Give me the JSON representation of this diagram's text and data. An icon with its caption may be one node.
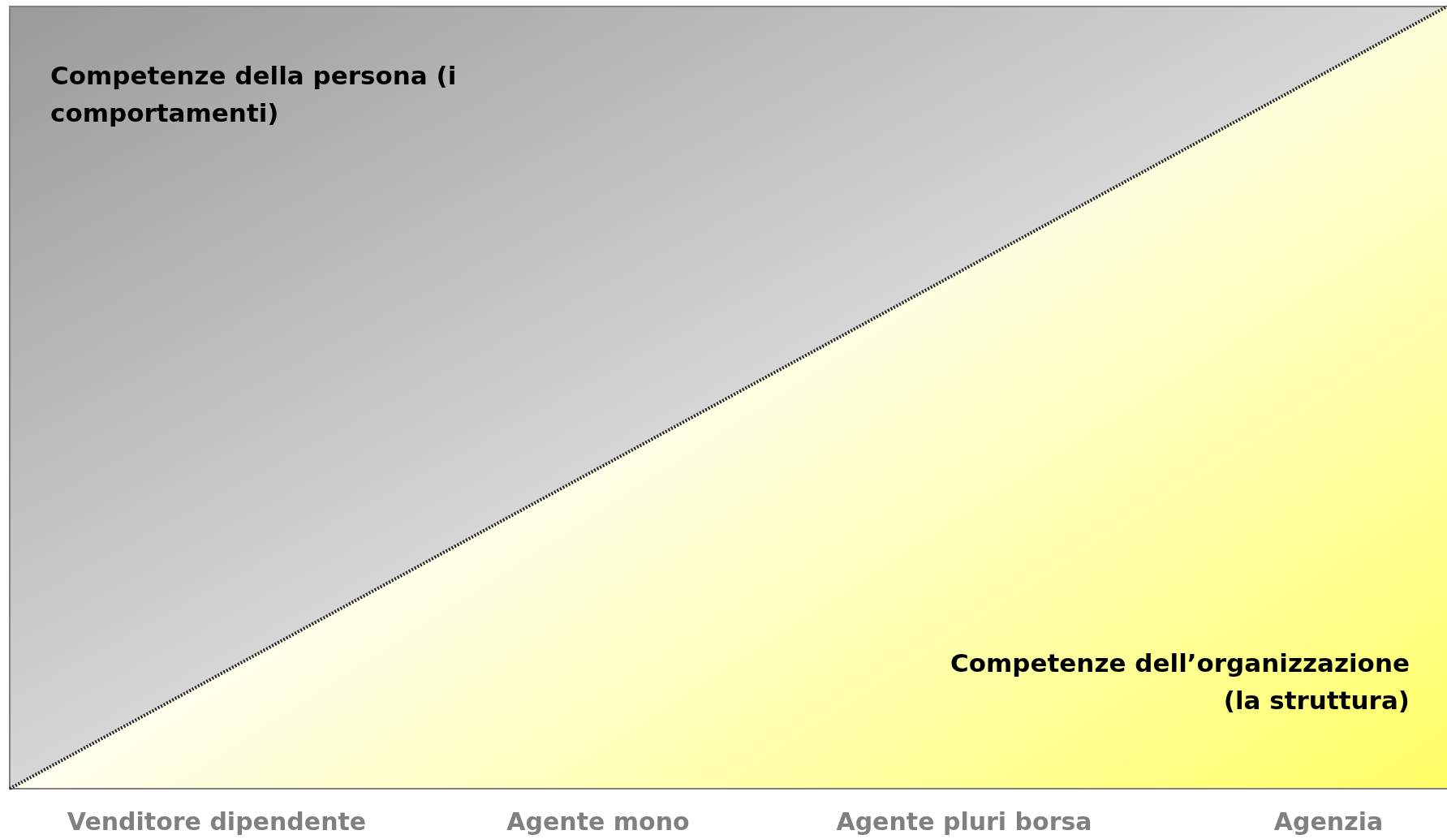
{
  "diagram": {
    "nodes": [
      {
        "text": [
          "Competenze della persona (i comportamenti)"
        ]
      },
      {
        "text": [
          "Competenze dell’organizzazione (la struttura)"
        ]
      }
    ],
    "labels": [
      "Venditore dipendente",
      "Agente mono",
      "Agente pluri borsa",
      "Agenzia"
    ]
  }
}
